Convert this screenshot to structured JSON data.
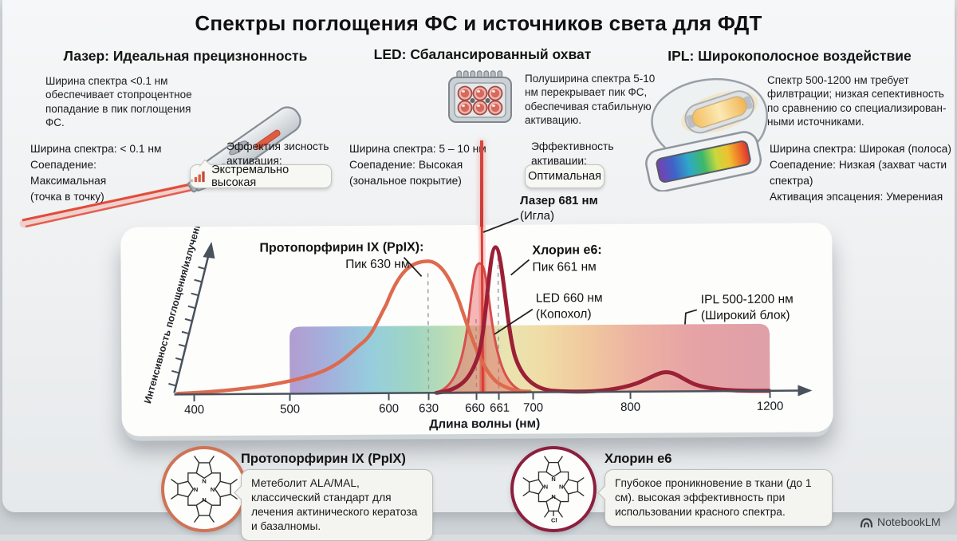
{
  "title": "Спектры поглощения ФС и источников света для ФДТ",
  "columns": {
    "laser": {
      "header": "Лазер: Идеальная прецизнонность",
      "description": "Ширина спектра <0.1 нм обеспечивает стопроцентное попадание в пик поглощения ФС.",
      "specs": [
        "Ширина спектра: < 0.1 нм",
        "Соепадение:",
        "Максимальная",
        "(точка в точку)"
      ],
      "effect_label_1": "Эффектия зисность",
      "effect_label_2": "активация:",
      "badge": "Экстремально высокая"
    },
    "led": {
      "header": "LED: Сбалансированный охват",
      "description": "Полуширина спектра 5-10 нм перекрывает пик ФС, обеспечивая стабильную активацию.",
      "specs": [
        "Ширина спектра: 5 – 10 нм",
        "Соепадение: Высокая",
        "(зональное покрытие)"
      ],
      "effect_label_1": "Эффективность",
      "effect_label_2": "активации:",
      "badge": "Оптимальная"
    },
    "ipl": {
      "header": "IPL: Широкополосное воздействие",
      "description": "Спектр 500-1200 нм требует филвтрации; низкая сепективность по сравнению со специализирован-ными источниками.",
      "specs": [
        "Ширина спектра: Широкая (полоса)",
        "Соепадение: Низкая (захват части",
        "спектра)",
        "Активация эпсацения: Умерениая"
      ]
    }
  },
  "chart": {
    "y_axis_label": "Интенсивность поглощения/излучения",
    "x_axis_label": "Длина волны (нм)",
    "ticks": [
      "400",
      "500",
      "600",
      "630",
      "660",
      "661",
      "700",
      "800",
      "1200"
    ],
    "callouts": {
      "laser_1": "Лазер 681 нм",
      "laser_2": "(Игла)",
      "ppix_1": "Протопорфирин IX (PpIX):",
      "ppix_2": "Пик 630 нм",
      "ce6_1": "Хлорин e6:",
      "ce6_2": "Пик 661 нм",
      "led_1": "LED 660 нм",
      "led_2": "(Копохол)",
      "ipl_1": "IPL 500-1200 нм",
      "ipl_2": "(Широкий блок)"
    }
  },
  "chart_data": {
    "type": "line",
    "title": "Спектры поглощения ФС и источников света для ФДТ",
    "xlabel": "Длина волны (нм)",
    "ylabel": "Интенсивность поглощения/излучения",
    "x_ticks": [
      400,
      500,
      600,
      630,
      660,
      661,
      700,
      800,
      1200
    ],
    "axis_note": "стилизованная нелинейная ось длин волн",
    "guides_nm": [
      630,
      660,
      661
    ],
    "series": [
      {
        "name": "Протопорфирин IX (PpIX), поглощение",
        "style": "line",
        "color": "#de6a4e",
        "peak_nm": 630,
        "points": [
          [
            400,
            0.02
          ],
          [
            500,
            0.08
          ],
          [
            560,
            0.2
          ],
          [
            585,
            0.4
          ],
          [
            600,
            0.35
          ],
          [
            615,
            0.6
          ],
          [
            630,
            0.95
          ],
          [
            645,
            0.5
          ],
          [
            660,
            0.1
          ],
          [
            690,
            0.02
          ]
        ]
      },
      {
        "name": "Хлорин e6, поглощение",
        "style": "line",
        "color": "#9b2036",
        "peak_nm": 661,
        "points": [
          [
            620,
            0.02
          ],
          [
            645,
            0.35
          ],
          [
            655,
            0.85
          ],
          [
            661,
            1.0
          ],
          [
            672,
            0.55
          ],
          [
            695,
            0.08
          ],
          [
            780,
            0.04
          ],
          [
            850,
            0.14
          ],
          [
            950,
            0.03
          ],
          [
            1200,
            0.01
          ]
        ]
      },
      {
        "name": "LED излучение (колокол)",
        "style": "area",
        "color": "#d84f4f",
        "peak_nm": 660,
        "fwhm_nm": "5-10",
        "points": [
          [
            630,
            0.02
          ],
          [
            645,
            0.5
          ],
          [
            660,
            0.93
          ],
          [
            675,
            0.5
          ],
          [
            690,
            0.02
          ]
        ]
      },
      {
        "name": "Лазер излучение (игла)",
        "style": "spike",
        "color": "#dd3d35",
        "peak_nm": 661,
        "width_nm": "<0.1",
        "points": [
          [
            661,
            1.0
          ]
        ]
      },
      {
        "name": "IPL излучение (широкий блок)",
        "style": "band",
        "color": "rainbow 500-1200",
        "band_nm": [
          500,
          1200
        ],
        "height": 0.42
      }
    ],
    "legend": "подписи-выноски на графике"
  },
  "molecules": {
    "ppix": {
      "title": "Протопорфирин IX (PpIX)",
      "note": "Метеболит ALA/MAL, классический стандарт для лечения актинического кератоза и базалномы."
    },
    "ce6": {
      "title": "Хлорин e6",
      "note": "Гпубокое проникновение в ткани (до 1 см). высокая эффективность при использовании красного спектра.",
      "cl_label": "Cl"
    }
  },
  "footer": {
    "brand": "NotebookLM"
  }
}
